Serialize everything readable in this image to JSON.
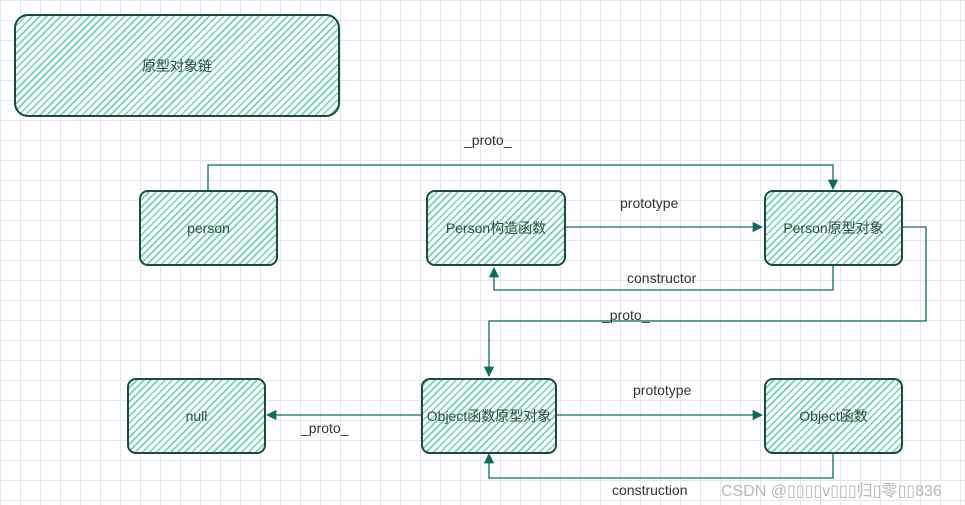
{
  "nodes": {
    "title": "原型对象链",
    "person": "person",
    "person_ctor": "Person构造函数",
    "person_proto": "Person原型对象",
    "null": "null",
    "object_proto": "Object函数原型对象",
    "object_fn": "Object函数"
  },
  "edges": {
    "proto_top": "_proto_",
    "prototype_1": "prototype",
    "constructor": "constructor",
    "proto_mid": "_proto_",
    "prototype_2": "prototype",
    "proto_null": "_proto_",
    "construction": "construction"
  },
  "watermark": "CSDN @▯▯▯▯v▯▯▯归▯零▯▯836",
  "colors": {
    "stroke": "#1b4b40",
    "hatch": "#6ed3b6",
    "arrow": "#0f6b5c"
  }
}
